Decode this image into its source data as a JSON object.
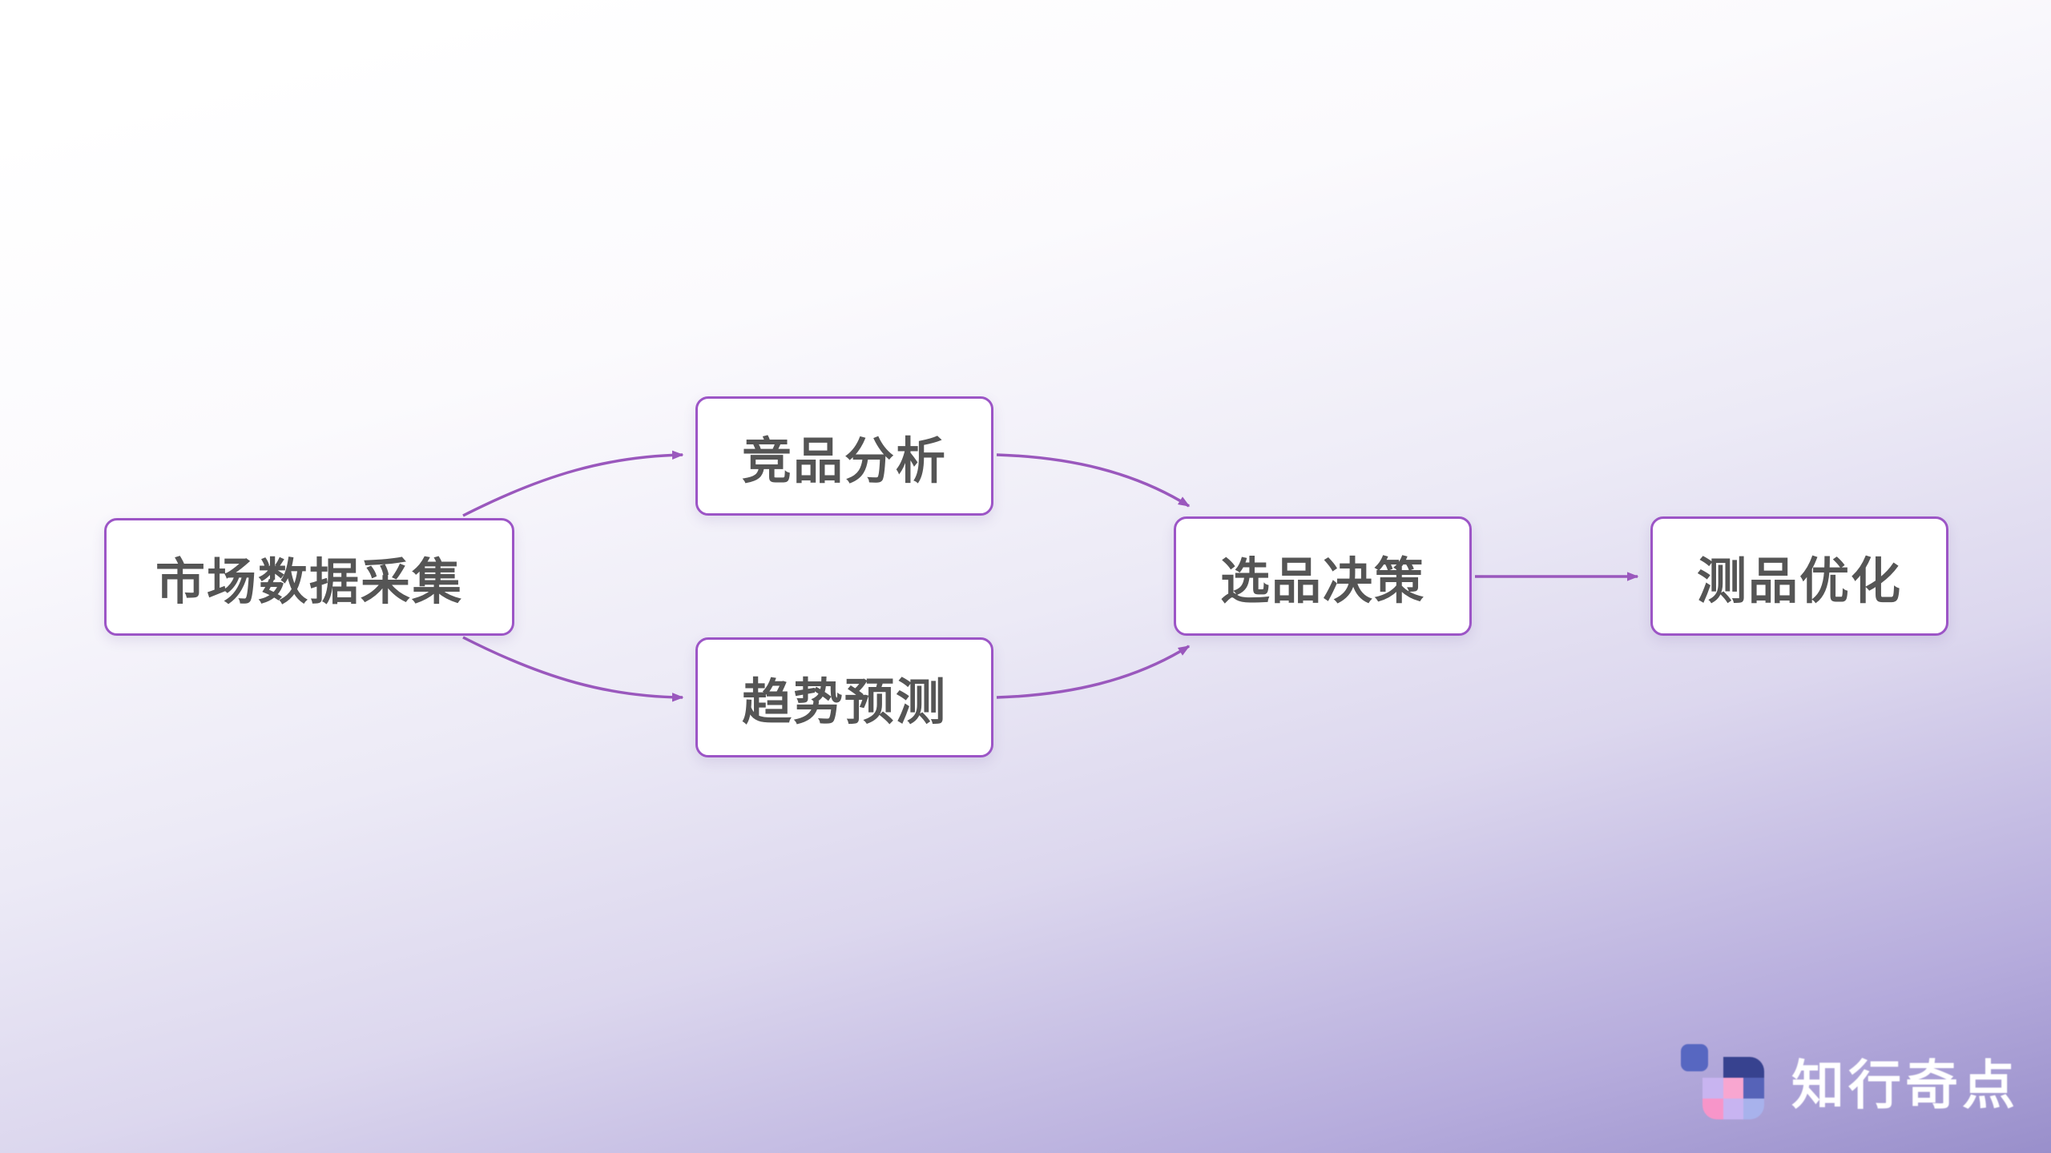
{
  "diagram": {
    "title": "",
    "nodes": [
      {
        "id": "market-data-collection",
        "label": "市场数据采集"
      },
      {
        "id": "competitor-analysis",
        "label": "竞品分析"
      },
      {
        "id": "trend-forecast",
        "label": "趋势预测"
      },
      {
        "id": "product-selection-decision",
        "label": "选品决策"
      },
      {
        "id": "product-test-optimization",
        "label": "测品优化"
      }
    ],
    "edges": [
      {
        "from": "市场数据采集",
        "to": "竞品分析"
      },
      {
        "from": "市场数据采集",
        "to": "趋势预测"
      },
      {
        "from": "竞品分析",
        "to": "选品决策"
      },
      {
        "from": "趋势预测",
        "to": "选品决策"
      },
      {
        "from": "选品决策",
        "to": "测品优化"
      }
    ]
  },
  "branding": {
    "logo_text": "知行奇点"
  },
  "colors": {
    "node_border": "#9c55c6",
    "edge_stroke": "#9a58bd",
    "node_text": "#555555",
    "node_fill": "#ffffff",
    "background_top_left": "#ffffff",
    "background_bottom_left": "#dcd7ee",
    "background_bottom_right": "#998fcb",
    "logo_text_color": "#ffffff",
    "logo_tile_navy": "#37428f",
    "logo_tile_blue": "#5767c1",
    "logo_tile_pink": "#f8a6d0",
    "logo_tile_lavender": "#c8b4f0",
    "logo_tile_periwinkle": "#a8b2ec"
  }
}
